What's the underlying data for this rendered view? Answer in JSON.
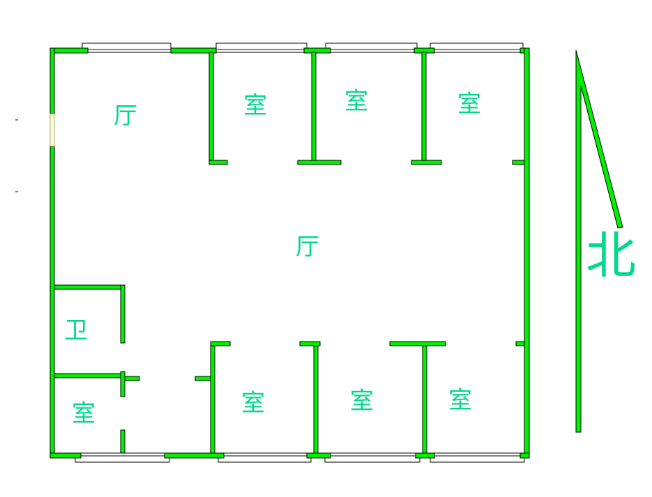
{
  "rooms": {
    "living_top": "厅",
    "living_center": "厅",
    "bedroom_top_1": "室",
    "bedroom_top_2": "室",
    "bedroom_top_3": "室",
    "bathroom": "卫",
    "bedroom_bottom_left": "室",
    "bedroom_bottom_1": "室",
    "bedroom_bottom_2": "室",
    "bedroom_bottom_3": "室"
  },
  "compass": {
    "label": "北"
  },
  "colors": {
    "wall": "#00f000",
    "label": "#00d98a"
  }
}
